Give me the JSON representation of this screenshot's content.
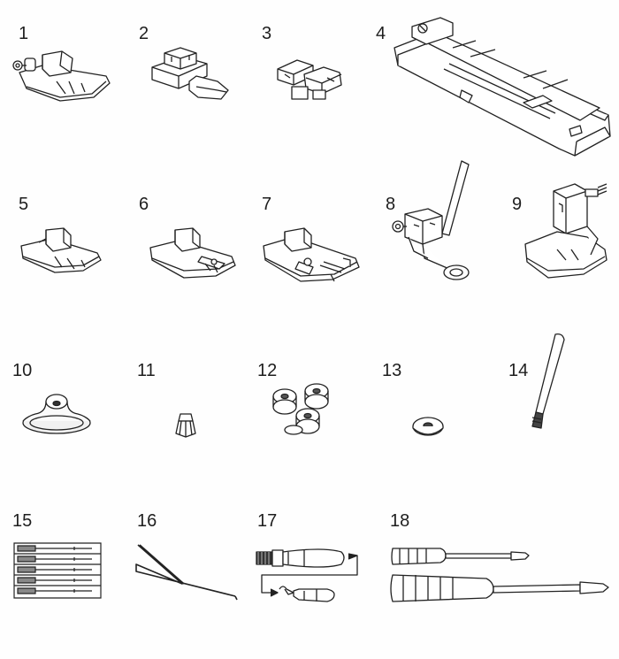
{
  "items": [
    {
      "number": "1",
      "icon": "zigzag-presser-foot"
    },
    {
      "number": "2",
      "icon": "zipper-foot"
    },
    {
      "number": "3",
      "icon": "overcasting-foot"
    },
    {
      "number": "4",
      "icon": "buttonhole-foot"
    },
    {
      "number": "5",
      "icon": "satin-stitch-foot"
    },
    {
      "number": "6",
      "icon": "blind-stitch-foot"
    },
    {
      "number": "7",
      "icon": "quarter-inch-foot"
    },
    {
      "number": "8",
      "icon": "darning-foot"
    },
    {
      "number": "9",
      "icon": "walking-foot"
    },
    {
      "number": "10",
      "icon": "spool-cap"
    },
    {
      "number": "11",
      "icon": "spool-pin-felt"
    },
    {
      "number": "12",
      "icon": "bobbins"
    },
    {
      "number": "13",
      "icon": "spool-felt"
    },
    {
      "number": "14",
      "icon": "additional-spool-pin"
    },
    {
      "number": "15",
      "icon": "needle-pack"
    },
    {
      "number": "16",
      "icon": "edge-guide"
    },
    {
      "number": "17",
      "icon": "seam-ripper-brush"
    },
    {
      "number": "18",
      "icon": "screwdrivers"
    }
  ]
}
